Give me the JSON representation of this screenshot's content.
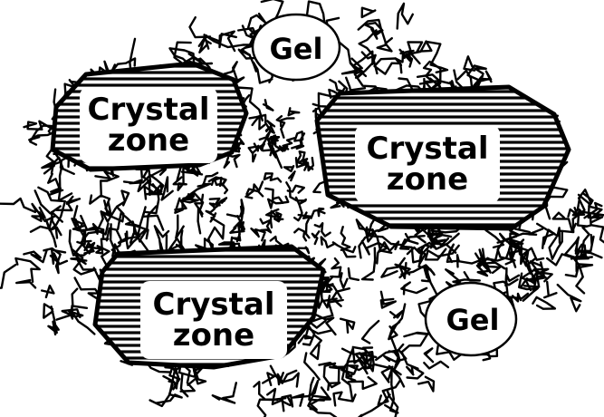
{
  "colors": {
    "ink": "#000000",
    "paper": "#ffffff"
  },
  "gel_labels": [
    "Gel",
    "Gel"
  ],
  "crystal_zones": [
    {
      "line1": "Crystal",
      "line2": "zone"
    },
    {
      "line1": "Crystal",
      "line2": "zone"
    },
    {
      "line1": "Crystal",
      "line2": "zone"
    }
  ]
}
